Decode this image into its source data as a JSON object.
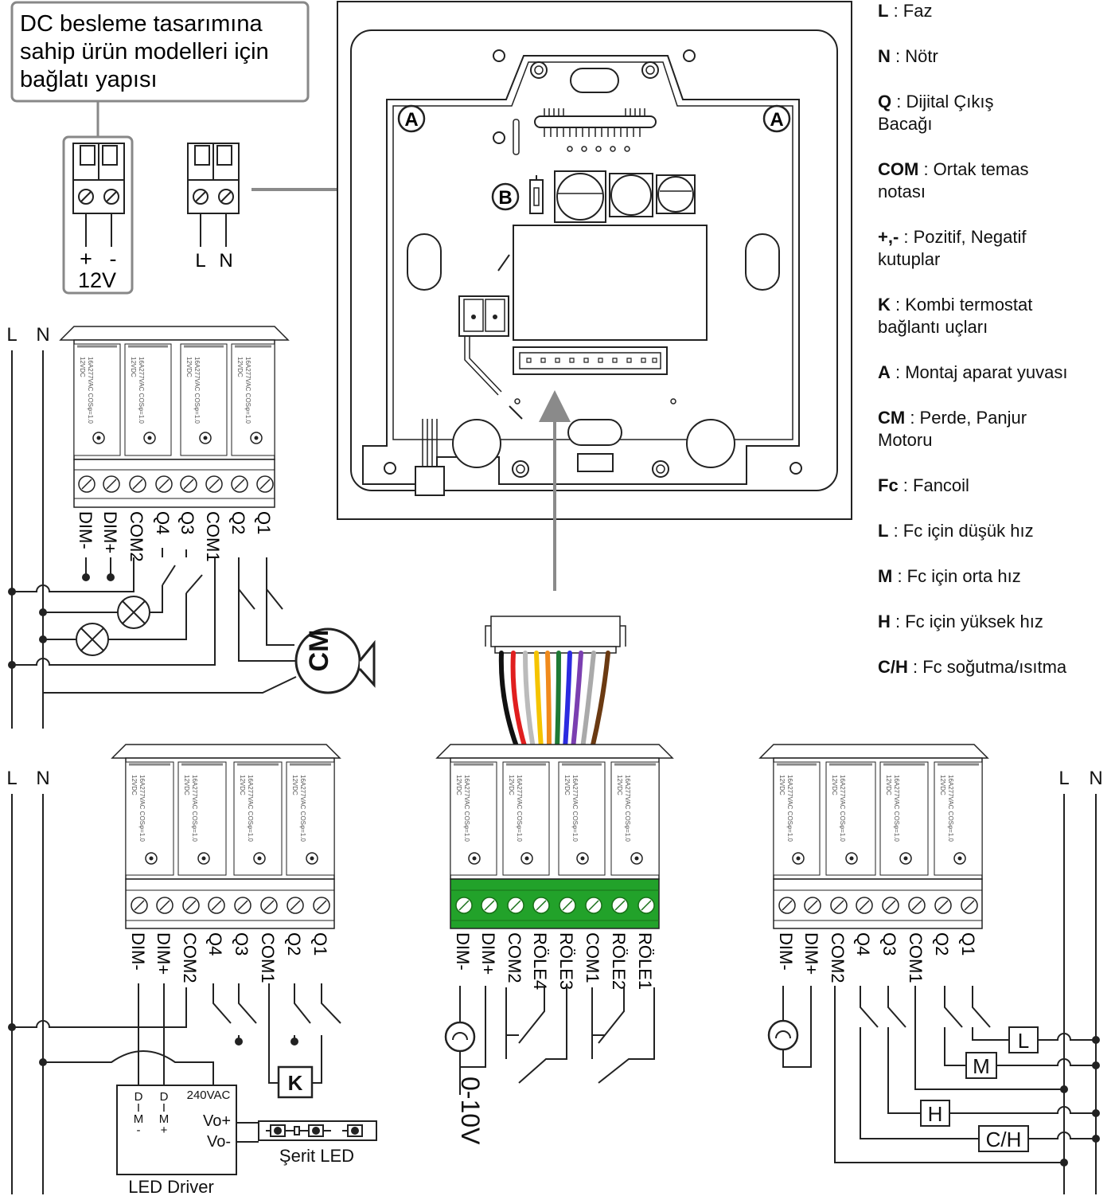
{
  "callout": {
    "line1": "DC besleme tasarımına",
    "line2": "sahip ürün modelleri için",
    "line3": "bağlatı yapısı"
  },
  "dc_supply": {
    "plus": "+",
    "minus": "-",
    "voltage": "12V"
  },
  "ac_supply": {
    "l": "L",
    "n": "N"
  },
  "mount_labels": {
    "a": "A",
    "b": "B"
  },
  "relay_print": {
    "v": "12VDC",
    "rating": "16A277VAC  COSφ=1.0"
  },
  "lines": {
    "l": "L",
    "n": "N"
  },
  "module_terminals": [
    "DIM-",
    "DIM+",
    "COM2",
    "Q4",
    "Q3",
    "COM1",
    "Q2",
    "Q1"
  ],
  "green_terminals": [
    "DIM-",
    "DIM+",
    "COM2",
    "RÖLE4",
    "RÖLE3",
    "COM1",
    "RÖLE2",
    "RÖLE1"
  ],
  "motor_label": "CM",
  "contact_label": "K",
  "led_driver": {
    "title": "LED Driver",
    "input": "240VAC",
    "dim_a": [
      "D",
      "I",
      "M",
      "-"
    ],
    "dim_b": [
      "D",
      "I",
      "M",
      "+"
    ],
    "vo_plus": "Vo+",
    "vo_minus": "Vo-"
  },
  "strip_led": "Şerit LED",
  "analog_label": "0-10V",
  "fancoil_boxes": {
    "low": "L",
    "mid": "M",
    "high": "H",
    "cool_heat": "C/H"
  },
  "wire_colors": [
    "#111111",
    "#e01f1f",
    "#ffffff",
    "#f5c400",
    "#f08a1c",
    "#1e7a35",
    "#2b2be0",
    "#7b3fb0",
    "#aaaaaa",
    "#6b3a12"
  ],
  "accent_colors": {
    "line": "#222222",
    "arrow": "#8a8a8a",
    "terminal_green": "#22a22a"
  },
  "legend": [
    {
      "key": "L",
      "text": " : Faz"
    },
    {
      "key": "N",
      "text": " : Nötr"
    },
    {
      "key": "Q",
      "text": " : Dijital Çıkış Bacağı"
    },
    {
      "key": "COM",
      "text": " : Ortak temas notası"
    },
    {
      "key": "+,-",
      "text": " : Pozitif, Negatif kutuplar"
    },
    {
      "key": "K",
      "text": " : Kombi termostat bağlantı uçları"
    },
    {
      "key": "A",
      "text": " : Montaj aparat yuvası"
    },
    {
      "key": "CM",
      "text": " : Perde, Panjur Motoru"
    },
    {
      "key": "Fc",
      "text": " : Fancoil"
    },
    {
      "key": "L",
      "text": " : Fc için düşük hız"
    },
    {
      "key": "M",
      "text": " : Fc için orta hız"
    },
    {
      "key": "H",
      "text": " : Fc için yüksek hız"
    },
    {
      "key": "C/H",
      "text": " : Fc soğutma/ısıtma"
    }
  ]
}
